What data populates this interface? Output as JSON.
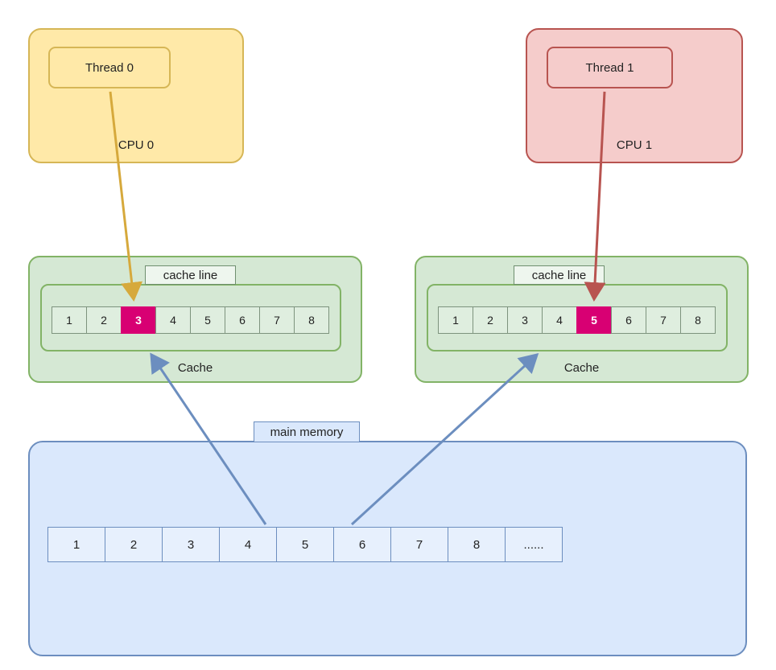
{
  "cpus": [
    {
      "label": "CPU 0",
      "thread": "Thread 0"
    },
    {
      "label": "CPU 1",
      "thread": "Thread 1"
    }
  ],
  "caches": [
    {
      "tag": "cache line",
      "label": "Cache",
      "cells": [
        "1",
        "2",
        "3",
        "4",
        "5",
        "6",
        "7",
        "8"
      ],
      "highlight_index": 2,
      "highlighted_cell": "3"
    },
    {
      "tag": "cache line",
      "label": "Cache",
      "cells": [
        "1",
        "2",
        "3",
        "4",
        "5",
        "6",
        "7",
        "8"
      ],
      "highlight_index": 4,
      "highlighted_cell": "5"
    }
  ],
  "memory": {
    "tag": "main memory",
    "cells": [
      "1",
      "2",
      "3",
      "4",
      "5",
      "6",
      "7",
      "8",
      "......"
    ]
  },
  "colors": {
    "cpu0_fill": "#ffe9a8",
    "cpu0_stroke": "#d6b656",
    "cpu1_fill": "#f5cccb",
    "cpu1_stroke": "#b85450",
    "cache_fill": "#d5e8d4",
    "cache_stroke": "#82b366",
    "memory_fill": "#dae8fc",
    "memory_stroke": "#6c8ebf",
    "highlight": "#d80073",
    "arrow_yellow": "#d6a93c",
    "arrow_red": "#b85450",
    "arrow_blue": "#6c8ebf"
  }
}
